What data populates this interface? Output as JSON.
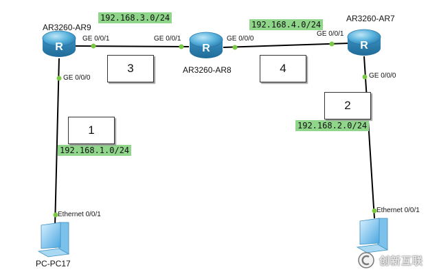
{
  "devices": {
    "ar9": {
      "label": "AR3260-AR9"
    },
    "ar8": {
      "label": "AR3260-AR8"
    },
    "ar7": {
      "label": "AR3260-AR7"
    },
    "pc17": {
      "label": "PC-PC17"
    }
  },
  "router_glyph": "R",
  "ports": {
    "ar9_ge001": "GE 0/0/1",
    "ar9_ge000": "GE 0/0/0",
    "ar8_ge001": "GE 0/0/1",
    "ar8_ge000": "GE 0/0/0",
    "ar7_ge001": "GE 0/0/1",
    "ar7_ge000": "GE 0/0/0",
    "pc17_eth": "Ethernet 0/0/1",
    "pc2_eth": "Ethernet 0/0/1"
  },
  "subnets": {
    "net1": "192.168.1.0/24",
    "net2": "192.168.2.0/24",
    "net3": "192.168.3.0/24",
    "net4": "192.168.4.0/24"
  },
  "boxes": {
    "b1": "1",
    "b2": "2",
    "b3": "3",
    "b4": "4"
  },
  "watermark": {
    "text": "创新互联"
  },
  "colors": {
    "link": "#000000",
    "port_dot": "#7ac943",
    "subnet_bg": "#8fd68a",
    "router": "#4fa9d6"
  }
}
